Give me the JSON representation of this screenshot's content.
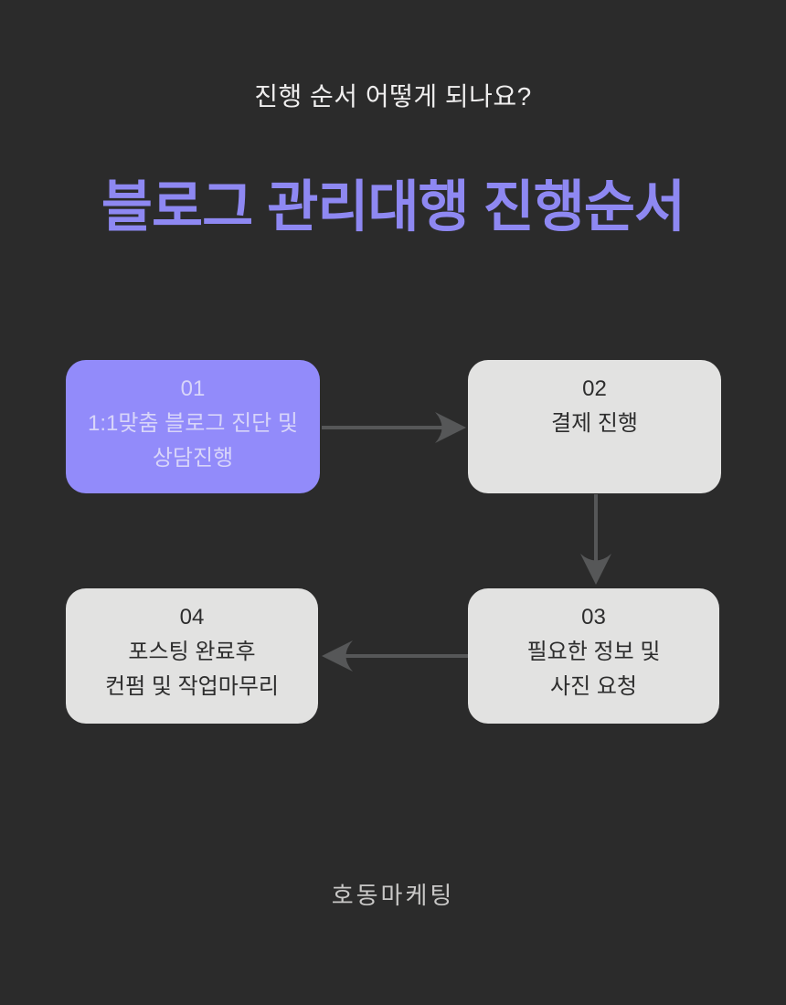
{
  "page": {
    "subtitle": "진행 순서 어떻게 되나요?",
    "title": "블로그 관리대행 진행순서",
    "footer": "호동마케팅"
  },
  "colors": {
    "background": "#2b2b2b",
    "title_purple": "#8e88f2",
    "box_purple": "#928bfa",
    "box_purple_text": "#d8d5f9",
    "box_gray": "#e2e2e1",
    "box_gray_text": "#2d2d2d",
    "arrow_gray": "#565758",
    "subtitle_text": "#efeeee",
    "footer_text": "#c9c8c7"
  },
  "flow": {
    "steps": [
      {
        "number": "01",
        "lines": [
          "1:1맞춤 블로그 진단 및",
          "상담진행"
        ],
        "highlighted": true
      },
      {
        "number": "02",
        "lines": [
          "결제 진행"
        ],
        "highlighted": false
      },
      {
        "number": "03",
        "lines": [
          "필요한 정보 및",
          "사진 요청"
        ],
        "highlighted": false
      },
      {
        "number": "04",
        "lines": [
          "포스팅 완료후",
          "컨펌 및 작업마무리"
        ],
        "highlighted": false
      }
    ],
    "connections": [
      {
        "from": "01",
        "to": "02",
        "direction": "right"
      },
      {
        "from": "02",
        "to": "03",
        "direction": "down"
      },
      {
        "from": "03",
        "to": "04",
        "direction": "left"
      }
    ]
  }
}
